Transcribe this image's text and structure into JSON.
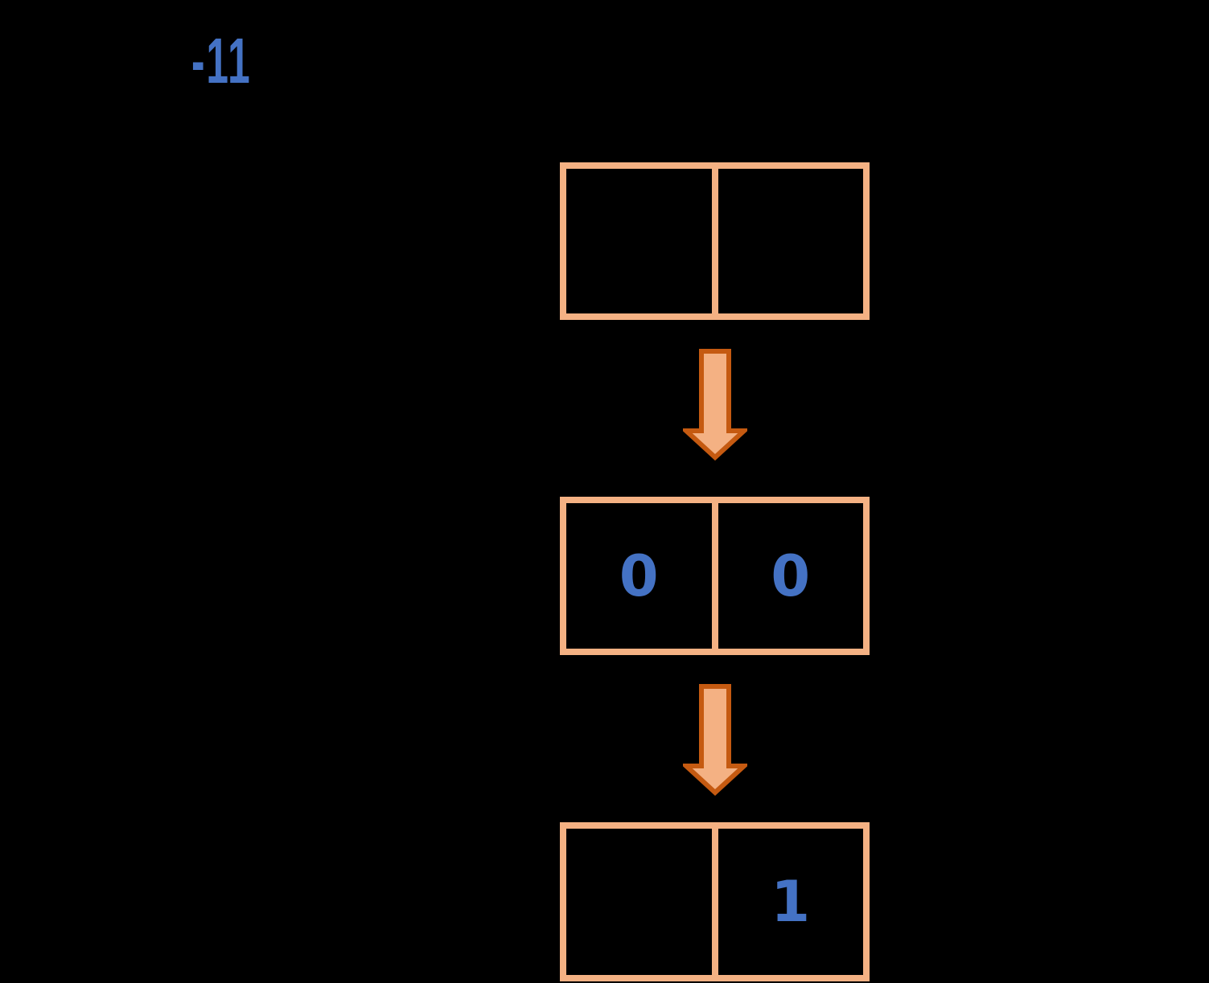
{
  "label": {
    "text": "-11"
  },
  "colors": {
    "background": "#000000",
    "box_border": "#F4B183",
    "divider": "#F4B183",
    "arrow_fill": "#F4B183",
    "arrow_outline": "#C55A11",
    "digit_text": "#4472C4",
    "label_text": "#4472C4"
  },
  "flow": {
    "boxes": [
      {
        "id": "box-top",
        "cells": [
          "",
          ""
        ]
      },
      {
        "id": "box-middle",
        "cells": [
          "0",
          "0"
        ]
      },
      {
        "id": "box-bottom",
        "cells": [
          "",
          "1"
        ]
      }
    ],
    "arrows": [
      {
        "id": "arrow-1",
        "icon": "down-arrow-icon",
        "direction": "down"
      },
      {
        "id": "arrow-2",
        "icon": "down-arrow-icon",
        "direction": "down"
      }
    ]
  }
}
